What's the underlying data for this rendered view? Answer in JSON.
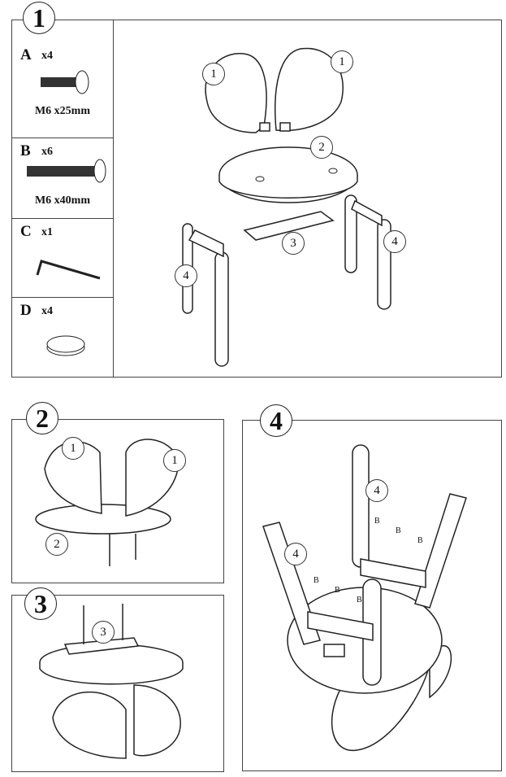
{
  "steps": {
    "s1": "1",
    "s2": "2",
    "s3": "3",
    "s4": "4"
  },
  "parts": [
    {
      "letter": "A",
      "qty": "x4",
      "spec": "M6 x25mm"
    },
    {
      "letter": "B",
      "qty": "x6",
      "spec": "M6 x40mm"
    },
    {
      "letter": "C",
      "qty": "x1"
    },
    {
      "letter": "D",
      "qty": "x4"
    }
  ],
  "callouts": {
    "backrest": "1",
    "seat": "2",
    "bracket": "3",
    "leg_frame": "4",
    "bolt": "B"
  }
}
